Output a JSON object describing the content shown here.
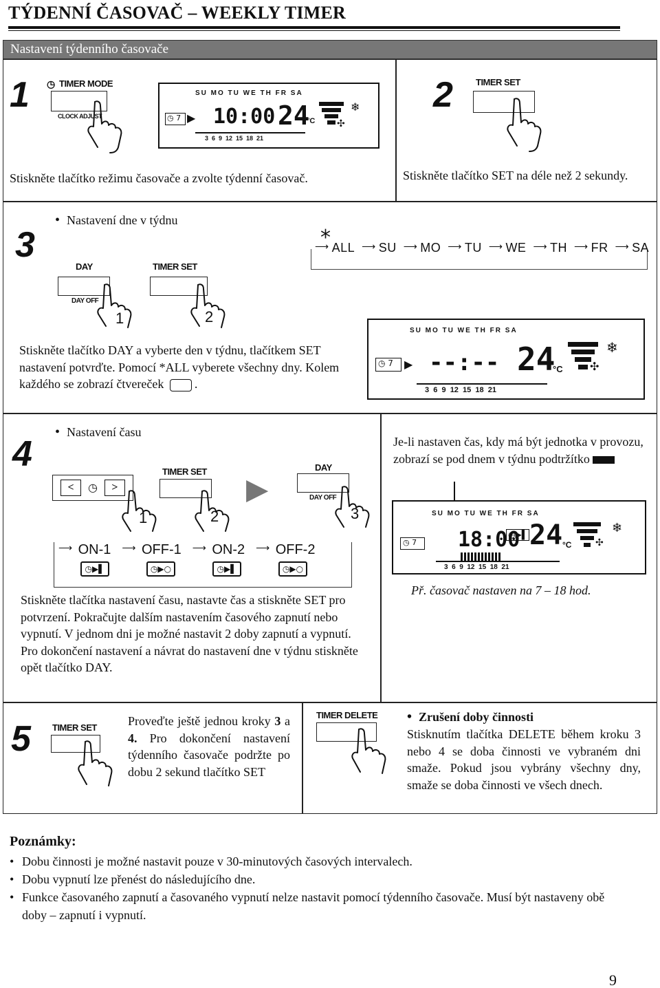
{
  "header": {
    "title": "TÝDENNÍ ČASOVAČ  – WEEKLY TIMER",
    "section": "Nastavení týdenního časovače"
  },
  "step1": {
    "number": "1",
    "button_label": "TIMER MODE",
    "button_sub": "CLOCK ADJUST",
    "lcd_days": "SU MO TU WE TH FR SA",
    "lcd_time": "10:00",
    "lcd_temp": "24",
    "lcd_unit": "°C",
    "lcd_timer": "7",
    "lcd_scale": "3  6  9  12  15  18  21",
    "text": "Stiskněte tlačítko režimu časovače a zvolte týdenní časovač."
  },
  "step2": {
    "number": "2",
    "button_label": "TIMER SET",
    "text": "Stiskněte tlačítko SET na déle než 2 sekundy."
  },
  "step3": {
    "number": "3",
    "heading": "Nastavení dne v týdnu",
    "day_label": "DAY",
    "day_sub": "DAY OFF",
    "set_label": "TIMER SET",
    "press1": "1",
    "press2": "2",
    "star": "*",
    "sequence": [
      "ALL",
      "SU",
      "MO",
      "TU",
      "WE",
      "TH",
      "FR",
      "SA"
    ],
    "lcd_days": "SU MO TU WE TH FR SA",
    "lcd_time": "--:--",
    "lcd_temp": "24",
    "lcd_unit": "°C",
    "lcd_timer": "7",
    "lcd_scale": "3  6  9  12  15  18  21",
    "text": "Stiskněte tlačítko DAY a vyberte den v týdnu, tlačítkem SET nastavení potvrďte. Pomocí *ALL vyberete všechny dny. Kolem každého se zobrazí čtvereček",
    "text_end": "."
  },
  "step4": {
    "number": "4",
    "heading": "Nastavení času",
    "set_label": "TIMER SET",
    "day_label": "DAY",
    "day_sub": "DAY OFF",
    "press1": "1",
    "press2": "2",
    "press3": "3",
    "sequence": [
      "ON-1",
      "OFF-1",
      "ON-2",
      "OFF-2"
    ],
    "note": "Je-li nastaven čas, kdy má být jednotka v provozu, zobrazí se pod dnem v týdnu podtržítko",
    "lcd_days": "SU MO TU WE TH FR SA",
    "lcd_time": "18:00",
    "lcd_temp": "24",
    "lcd_unit": "°C",
    "lcd_timer": "7",
    "lcd_scale": "3  6  9  12  15  18  21",
    "example": "Př. časovač nastaven na 7 – 18 hod.",
    "text": "Stiskněte tlačítka nastavení času, nastavte čas a stiskněte SET pro potvrzení. Pokračujte dalším nastavením časového zapnutí nebo vypnutí. V jednom dni je možné nastavit 2 doby zapnutí a vypnutí.  Pro dokončení nastavení a návrat do nastavení dne v týdnu stiskněte opět tlačítko DAY."
  },
  "step5": {
    "number": "5",
    "set_label": "TIMER SET",
    "text_a": "Proveďte ještě jednou kroky ",
    "text_b": "3",
    "text_c": " a ",
    "text_d": "4.",
    "text_e": " Pro dokončení nastavení týdenního časovače podržte po dobu 2 sekund tlačítko SET",
    "delete_label": "TIMER DELETE",
    "cancel_heading": "Zrušení doby činnosti",
    "cancel_text": "Stisknutím tlačítka DELETE během kroku 3 nebo 4 se doba činnosti ve vybraném dni smaže. Pokud jsou vybrány všechny dny, smaže se doba činnosti ve všech dnech."
  },
  "notes": {
    "heading": "Poznámky:",
    "items": [
      "Dobu činnosti je možné nastavit pouze v 30-minutových časových intervalech.",
      "Dobu vypnutí lze přenést do následujícího dne.",
      "Funkce časovaného zapnutí a časovaného vypnutí nelze nastavit pomocí týdenního časovače. Musí být nastaveny obě doby – zapnutí i vypnutí."
    ]
  },
  "page_number": "9"
}
